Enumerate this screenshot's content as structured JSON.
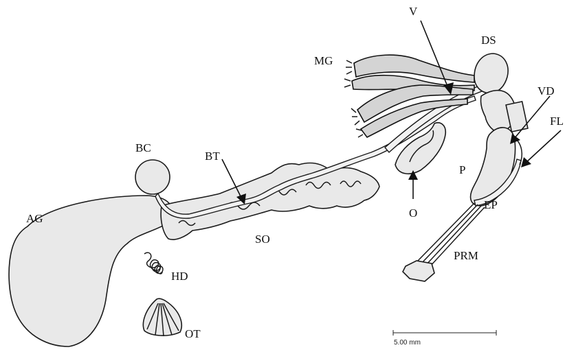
{
  "labels": {
    "V": "V",
    "DS": "DS",
    "MG": "MG",
    "VD": "VD",
    "FL": "FL",
    "BC": "BC",
    "BT": "BT",
    "P": "P",
    "AG": "AG",
    "O": "O",
    "EP": "EP",
    "SO": "SO",
    "PRM": "PRM",
    "HD": "HD",
    "OT": "OT"
  },
  "scale_bar": {
    "text": "5.00 mm"
  }
}
